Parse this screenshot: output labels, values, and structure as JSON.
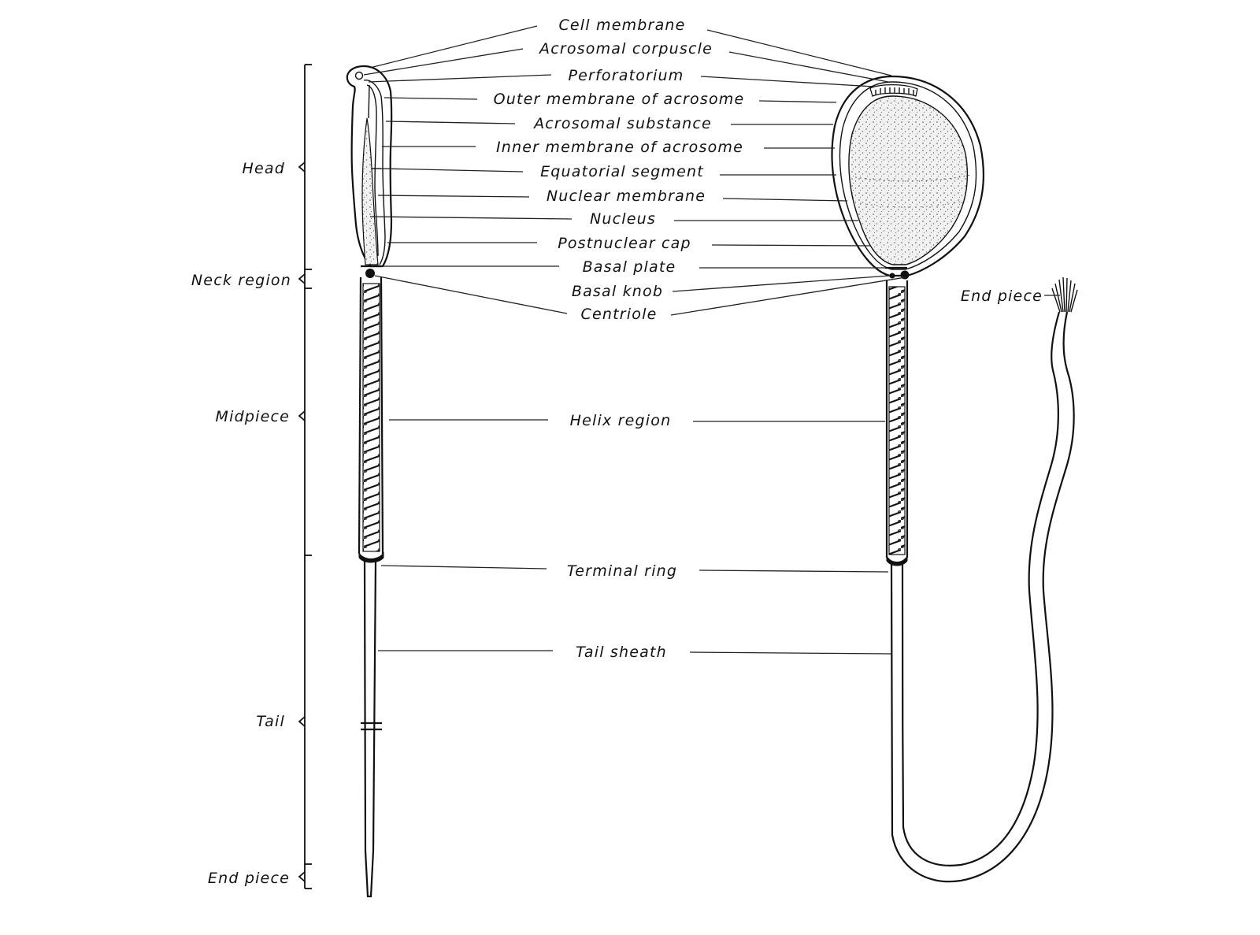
{
  "labels": {
    "cell_membrane": "Cell membrane",
    "acrosomal_corpuscle": "Acrosomal corpuscle",
    "perforatorium": "Perforatorium",
    "outer_membrane": "Outer membrane of acrosome",
    "acrosomal_substance": "Acrosomal substance",
    "inner_membrane": "Inner membrane of acrosome",
    "equatorial_segment": "Equatorial segment",
    "nuclear_membrane": "Nuclear membrane",
    "nucleus": "Nucleus",
    "postnuclear_cap": "Postnuclear cap",
    "basal_plate": "Basal plate",
    "basal_knob": "Basal knob",
    "centriole": "Centriole",
    "helix_region": "Helix region",
    "terminal_ring": "Terminal ring",
    "tail_sheath": "Tail sheath",
    "end_piece_right": "End piece"
  },
  "regions": {
    "head": "Head",
    "neck": "Neck region",
    "midpiece": "Midpiece",
    "tail": "Tail",
    "end_piece": "End piece"
  }
}
